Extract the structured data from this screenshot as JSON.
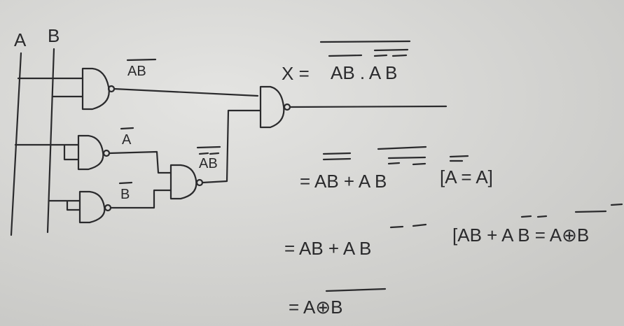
{
  "inputs": {
    "a": "A",
    "b": "B"
  },
  "gate_labels": {
    "g1_out": "AB",
    "g2_out": "A",
    "g3_out": "B",
    "g4_out": "AB"
  },
  "equations": {
    "line1_lhs": "X =",
    "line1_rhs": "AB . A B",
    "line2": "= AB + A B",
    "line2_note": "[A = A]",
    "line3": "= AB + A B",
    "line3_note": "[AB + A B = A⊕B",
    "line4": "= A⊕B"
  },
  "colors": {
    "paper": "#d9d9d7",
    "ink": "#2a2a2c"
  }
}
